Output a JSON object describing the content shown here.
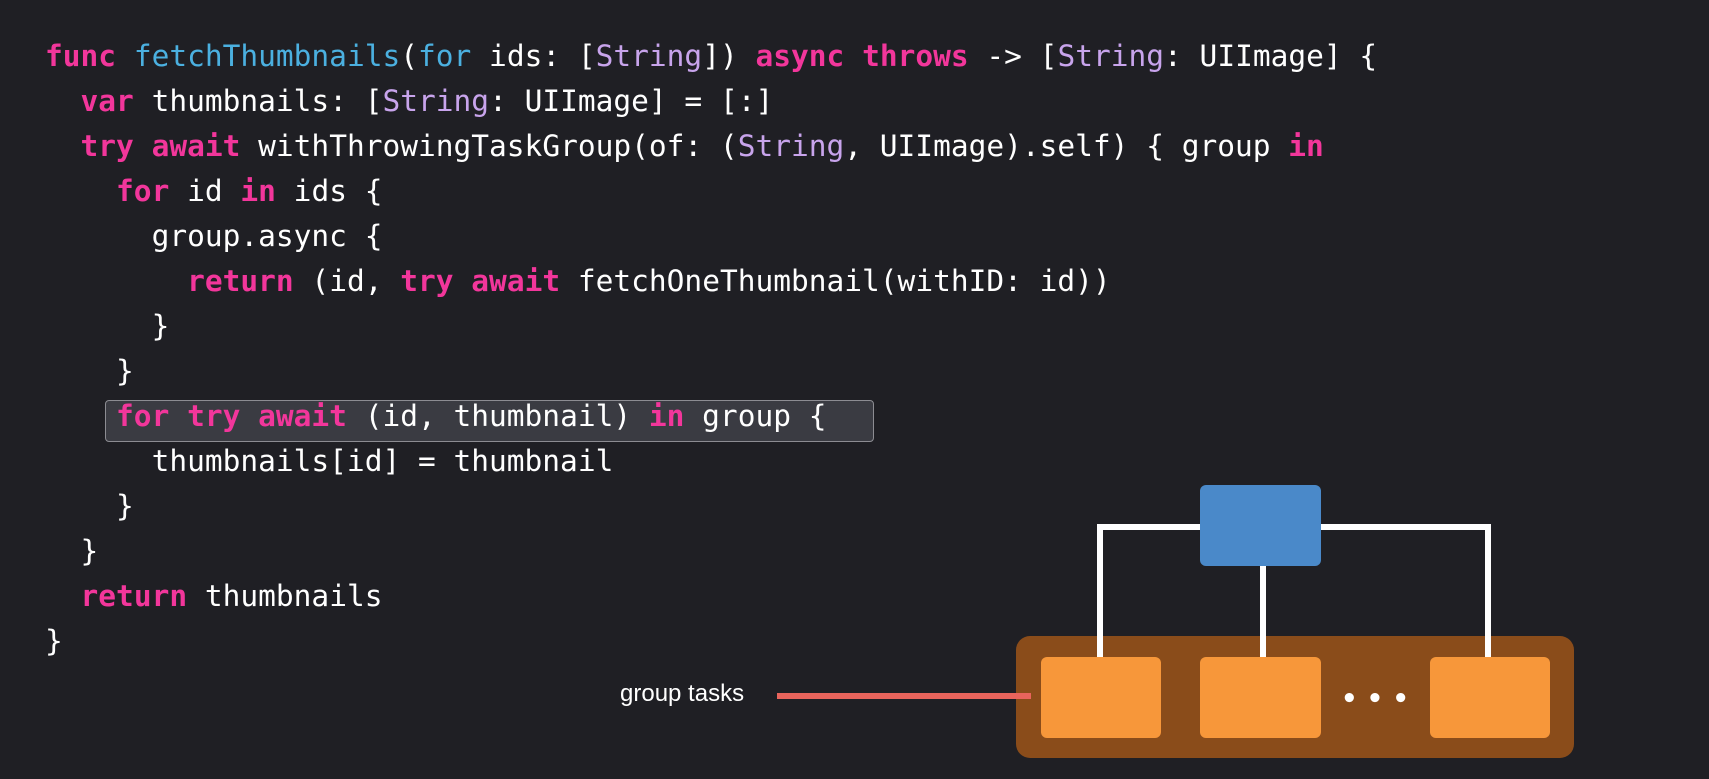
{
  "code": {
    "lines": [
      [
        [
          "kw",
          "func "
        ],
        [
          "fn",
          "fetchThumbnails"
        ],
        [
          "pl",
          "("
        ],
        [
          "fn",
          "for"
        ],
        [
          "pl",
          " ids: ["
        ],
        [
          "ty",
          "String"
        ],
        [
          "pl",
          "]) "
        ],
        [
          "kw",
          "async throws"
        ],
        [
          "pl",
          " -> ["
        ],
        [
          "ty",
          "String"
        ],
        [
          "pl",
          ": UIImage] {"
        ]
      ],
      [
        [
          "pl",
          "  "
        ],
        [
          "kw",
          "var"
        ],
        [
          "pl",
          " thumbnails: ["
        ],
        [
          "ty",
          "String"
        ],
        [
          "pl",
          ": UIImage] = [:]"
        ]
      ],
      [
        [
          "pl",
          "  "
        ],
        [
          "kw",
          "try await"
        ],
        [
          "pl",
          " withThrowingTaskGroup(of: ("
        ],
        [
          "ty",
          "String"
        ],
        [
          "pl",
          ", UIImage).self) { group "
        ],
        [
          "kw",
          "in"
        ]
      ],
      [
        [
          "pl",
          "    "
        ],
        [
          "kw",
          "for"
        ],
        [
          "pl",
          " id "
        ],
        [
          "kw",
          "in"
        ],
        [
          "pl",
          " ids {"
        ]
      ],
      [
        [
          "pl",
          "      group.async {"
        ]
      ],
      [
        [
          "pl",
          "        "
        ],
        [
          "kw",
          "return"
        ],
        [
          "pl",
          " (id, "
        ],
        [
          "kw",
          "try await"
        ],
        [
          "pl",
          " fetchOneThumbnail(withID: id))"
        ]
      ],
      [
        [
          "pl",
          "      }"
        ]
      ],
      [
        [
          "pl",
          "    }"
        ]
      ],
      [
        [
          "pl",
          "    "
        ],
        [
          "kw",
          "for try await"
        ],
        [
          "pl",
          " (id, thumbnail) "
        ],
        [
          "kw",
          "in"
        ],
        [
          "pl",
          " group {"
        ]
      ],
      [
        [
          "pl",
          "      thumbnails[id] = thumbnail"
        ]
      ],
      [
        [
          "pl",
          "    }"
        ]
      ],
      [
        [
          "pl",
          "  }"
        ]
      ],
      [
        [
          "pl",
          "  "
        ],
        [
          "kw",
          "return"
        ],
        [
          "pl",
          " thumbnails"
        ]
      ],
      [
        [
          "pl",
          "}"
        ]
      ]
    ],
    "highlighted_line": 8
  },
  "diagram": {
    "label": "group tasks",
    "ellipsis": "• • •",
    "colors": {
      "parent": "#4a89c9",
      "child": "#f7973a",
      "container": "#8a4c1a",
      "connector": "#ffffff",
      "pointer": "#e8645c"
    }
  }
}
